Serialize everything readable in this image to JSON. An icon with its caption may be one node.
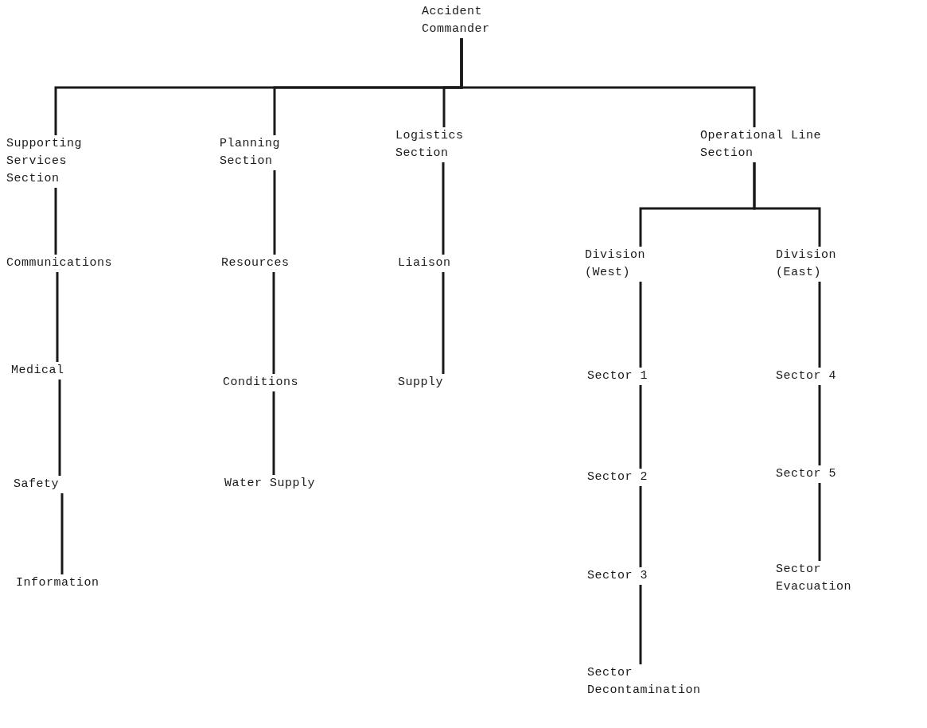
{
  "diagram": {
    "nodes": [
      {
        "text": [
          "Accident Commander"
        ]
      },
      {
        "text": [
          "Supporting Services Section"
        ]
      },
      {
        "text": [
          "Planning Section"
        ]
      },
      {
        "text": [
          "Logistics Section"
        ]
      },
      {
        "text": [
          "Operational Line Section"
        ]
      },
      {
        "text": [
          "Communications"
        ]
      },
      {
        "text": [
          "Medical"
        ]
      },
      {
        "text": [
          "Safety"
        ]
      },
      {
        "text": [
          "Information"
        ]
      },
      {
        "text": [
          "Resources"
        ]
      },
      {
        "text": [
          "Conditions"
        ]
      },
      {
        "text": [
          "Water Supply"
        ]
      },
      {
        "text": [
          "Liaison"
        ]
      },
      {
        "text": [
          "Supply"
        ]
      },
      {
        "text": [
          "Division (West)"
        ]
      },
      {
        "text": [
          "Division (East)"
        ]
      },
      {
        "text": [
          "Sector 1"
        ]
      },
      {
        "text": [
          "Sector 2"
        ]
      },
      {
        "text": [
          "Sector 3"
        ]
      },
      {
        "text": [
          "Sector Decontamination"
        ]
      },
      {
        "text": [
          "Sector 4"
        ]
      },
      {
        "text": [
          "Sector 5"
        ]
      },
      {
        "text": [
          "Sector Evacuation"
        ]
      }
    ],
    "edges": [
      {
        "from": 0,
        "to": 1,
        "arrow": "none"
      },
      {
        "from": 0,
        "to": 2,
        "arrow": "none"
      },
      {
        "from": 0,
        "to": 3,
        "arrow": "none"
      },
      {
        "from": 0,
        "to": 4,
        "arrow": "none"
      },
      {
        "from": 1,
        "to": 5,
        "arrow": "none"
      },
      {
        "from": 5,
        "to": 6,
        "arrow": "none"
      },
      {
        "from": 6,
        "to": 7,
        "arrow": "none"
      },
      {
        "from": 7,
        "to": 8,
        "arrow": "none"
      },
      {
        "from": 2,
        "to": 9,
        "arrow": "none"
      },
      {
        "from": 9,
        "to": 10,
        "arrow": "none"
      },
      {
        "from": 10,
        "to": 11,
        "arrow": "none"
      },
      {
        "from": 3,
        "to": 12,
        "arrow": "none"
      },
      {
        "from": 12,
        "to": 13,
        "arrow": "none"
      },
      {
        "from": 4,
        "to": 14,
        "arrow": "none"
      },
      {
        "from": 4,
        "to": 15,
        "arrow": "none"
      },
      {
        "from": 14,
        "to": 16,
        "arrow": "none"
      },
      {
        "from": 16,
        "to": 17,
        "arrow": "none"
      },
      {
        "from": 17,
        "to": 18,
        "arrow": "none"
      },
      {
        "from": 18,
        "to": 19,
        "arrow": "none"
      },
      {
        "from": 15,
        "to": 20,
        "arrow": "none"
      },
      {
        "from": 20,
        "to": 21,
        "arrow": "none"
      },
      {
        "from": 21,
        "to": 22,
        "arrow": "none"
      }
    ]
  }
}
